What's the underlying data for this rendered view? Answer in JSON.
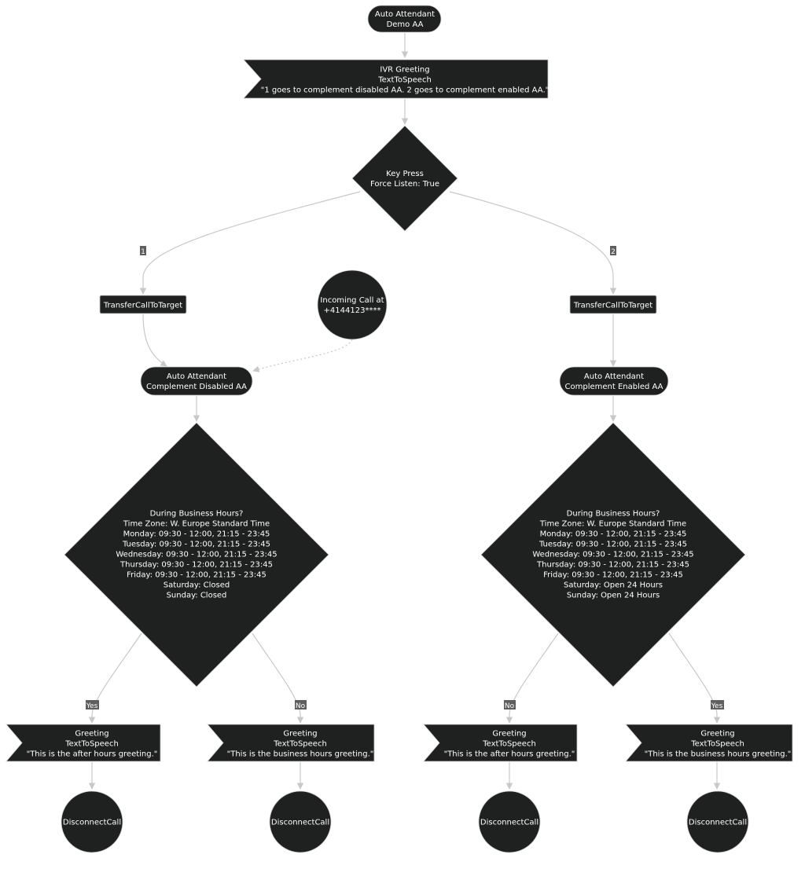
{
  "nodes": {
    "start": [
      "Auto Attendant",
      "Demo AA"
    ],
    "ivr": [
      "IVR Greeting",
      "TextToSpeech",
      "\"1 goes to complement disabled AA. 2 goes to complement enabled AA.\""
    ],
    "keypress": [
      "Key Press",
      "Force Listen: True"
    ],
    "transfer1": [
      "TransferCallToTarget"
    ],
    "transfer2": [
      "TransferCallToTarget"
    ],
    "incoming": [
      "Incoming Call at",
      "+4144123****"
    ],
    "aaDisabled": [
      "Auto Attendant",
      "Complement Disabled AA"
    ],
    "aaEnabled": [
      "Auto Attendant",
      "Complement Enabled AA"
    ],
    "bhDisabled": [
      "During Business Hours?",
      "Time Zone: W. Europe Standard Time",
      "Monday: 09:30 - 12:00, 21:15 - 23:45",
      "Tuesday: 09:30 - 12:00, 21:15 - 23:45",
      "Wednesday: 09:30 - 12:00, 21:15 - 23:45",
      "Thursday: 09:30 - 12:00, 21:15 - 23:45",
      "Friday: 09:30 - 12:00, 21:15 - 23:45",
      "Saturday: Closed",
      "Sunday: Closed"
    ],
    "bhEnabled": [
      "During Business Hours?",
      "Time Zone: W. Europe Standard Time",
      "Monday: 09:30 - 12:00, 21:15 - 23:45",
      "Tuesday: 09:30 - 12:00, 21:15 - 23:45",
      "Wednesday: 09:30 - 12:00, 21:15 - 23:45",
      "Thursday: 09:30 - 12:00, 21:15 - 23:45",
      "Friday: 09:30 - 12:00, 21:15 - 23:45",
      "Saturday: Open 24 Hours",
      "Sunday: Open 24 Hours"
    ],
    "greet1": [
      "Greeting",
      "TextToSpeech",
      "\"This is the after hours greeting.\""
    ],
    "greet2": [
      "Greeting",
      "TextToSpeech",
      "\"This is the business hours greeting.\""
    ],
    "greet3": [
      "Greeting",
      "TextToSpeech",
      "\"This is the after hours greeting.\""
    ],
    "greet4": [
      "Greeting",
      "TextToSpeech",
      "\"This is the business hours greeting.\""
    ],
    "disc1": [
      "DisconnectCall"
    ],
    "disc2": [
      "DisconnectCall"
    ],
    "disc3": [
      "DisconnectCall"
    ],
    "disc4": [
      "DisconnectCall"
    ]
  },
  "edge_labels": {
    "key1": "1",
    "key2": "2",
    "yes1": "Yes",
    "no1": "No",
    "no2": "No",
    "yes2": "Yes"
  },
  "colors": {
    "node_fill": "#1f2020",
    "node_stroke": "#cccccc",
    "edge": "#c8c8c8",
    "label_bg": "#5e5e5e",
    "text": "#ffffff"
  }
}
